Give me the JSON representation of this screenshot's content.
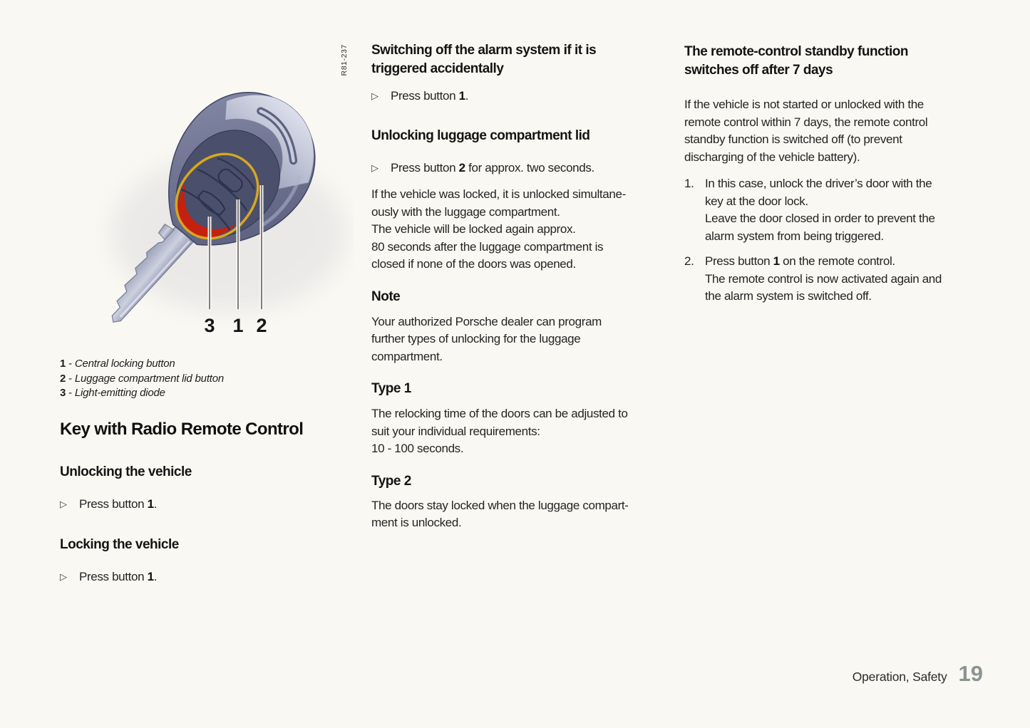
{
  "theme": {
    "page-bg": "#faf8f2",
    "text": "#1f1f1f",
    "page-num": "#8b9492",
    "key-body-light": "#8artifact",
    "key-body": "#6e7390",
    "key-panel": "#4a4f6b",
    "key-chrome": "#c3c7d9",
    "accent-yellow": "#d7a71f",
    "led-red": "#c6200f",
    "key-blade": "#b9bed0"
  },
  "ui": {
    "bullet": "▷"
  },
  "figure": {
    "code": "R81-237",
    "callouts": [
      "3",
      "1",
      "2"
    ],
    "legend": {
      "sep": " - ",
      "items": [
        {
          "num": "1",
          "label": "Central locking button"
        },
        {
          "num": "2",
          "label": "Luggage compartment lid button"
        },
        {
          "num": "3",
          "label": "Light-emitting diode"
        }
      ]
    }
  },
  "left": {
    "title": "Key with Radio Remote Control",
    "s1_heading": "Unlocking the vehicle",
    "s1_bullet": {
      "pre": "Press button ",
      "bold": "1",
      "post": "."
    },
    "s2_heading": "Locking the vehicle",
    "s2_bullet": {
      "pre": "Press button ",
      "bold": "1",
      "post": "."
    }
  },
  "mid": {
    "h1": "Switching off the alarm system if it is\ntriggered accidentally",
    "b1": {
      "pre": "Press button ",
      "bold": "1",
      "post": "."
    },
    "h2": "Unlocking luggage compartment lid",
    "b2": {
      "pre": "Press button ",
      "bold": "2",
      "post": " for approx. two seconds."
    },
    "p1": "If the vehicle was locked, it is unlocked simultane-\nously with the luggage compartment.\nThe vehicle will be locked again approx.\n80 seconds after the luggage compartment is\nclosed if none of the doors was opened.",
    "h3": "Note",
    "p2": "Your authorized Porsche dealer can program\nfurther types of unlocking for the luggage\ncompartment.",
    "h4": "Type 1",
    "p3": "The relocking time of the doors can be adjusted to\nsuit your individual requirements:\n10 - 100 seconds.",
    "h5": "Type 2",
    "p4": "The doors stay locked when the luggage compart-\nment is unlocked."
  },
  "right": {
    "h1": "The remote-control standby function\nswitches off after 7 days",
    "p1": "If the vehicle is not started or unlocked with the\nremote control within 7 days, the remote control\nstandby function is switched off (to prevent\ndischarging of the vehicle battery).",
    "item1": {
      "num": "1.",
      "pre": "",
      "bold": "",
      "post": "In this case, unlock the driver’s door with the\nkey at the door lock.\nLeave the door closed in order to prevent the\nalarm system from being triggered."
    },
    "item2": {
      "num": "2.",
      "pre": "Press button ",
      "bold": "1",
      "post": " on the remote control.\nThe remote control is now activated again and\nthe alarm system is switched off."
    }
  },
  "footer": {
    "label": "Operation, Safety",
    "page": "19"
  }
}
